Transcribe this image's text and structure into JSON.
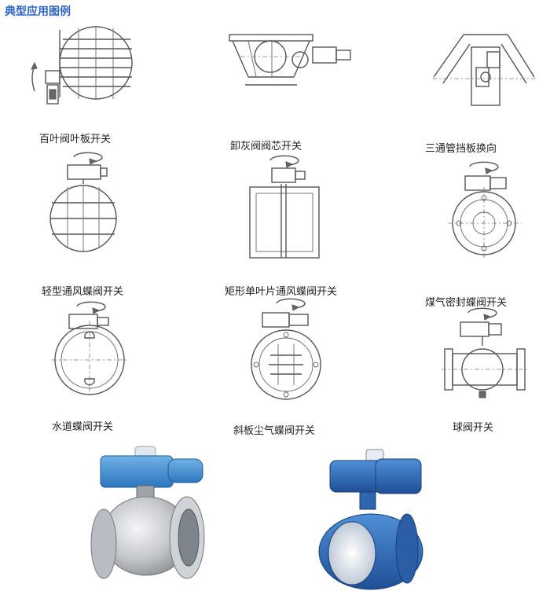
{
  "header": {
    "title": "典型应用图例"
  },
  "diagrams": [
    {
      "caption": "百叶阀叶板开关"
    },
    {
      "caption": "卸灰阀阀芯开关"
    },
    {
      "caption": "三通管挡板换向"
    },
    {
      "caption": "轻型通风蝶阀开关"
    },
    {
      "caption": "矩形单叶片通风蝶阀开关"
    },
    {
      "caption": "煤气密封蝶阀开关"
    },
    {
      "caption": "水道蝶阀开关"
    },
    {
      "caption": "斜板尘气蝶阀开关"
    },
    {
      "caption": "球阀开关"
    }
  ],
  "photos": [
    {
      "name": "ball-valve-photo",
      "color": "#c7c9cc"
    },
    {
      "name": "butterfly-valve-photo",
      "color": "#2e6ec0"
    }
  ],
  "colors": {
    "title": "#2b63c6",
    "line": "#555555"
  }
}
